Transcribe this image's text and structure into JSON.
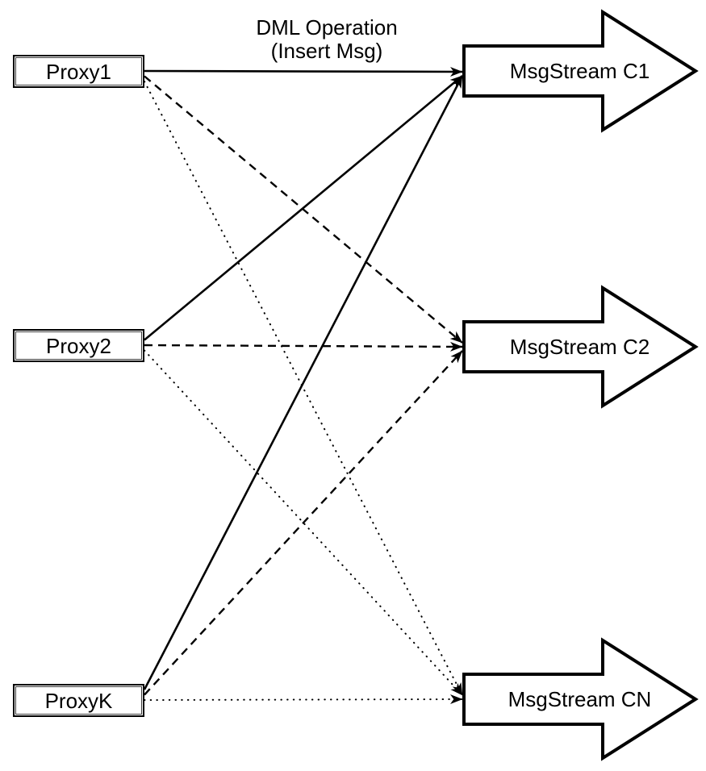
{
  "title": {
    "line1": "DML Operation",
    "line2": "(Insert Msg)"
  },
  "proxies": [
    {
      "id": "proxy1",
      "label": "Proxy1"
    },
    {
      "id": "proxy2",
      "label": "Proxy2"
    },
    {
      "id": "proxyK",
      "label": "ProxyK"
    }
  ],
  "streams": [
    {
      "id": "c1",
      "label": "MsgStream C1"
    },
    {
      "id": "c2",
      "label": "MsgStream C2"
    },
    {
      "id": "cn",
      "label": "MsgStream CN"
    }
  ],
  "edges": [
    {
      "from": "proxy1",
      "to": "c1",
      "style": "solid"
    },
    {
      "from": "proxy1",
      "to": "c2",
      "style": "dashed"
    },
    {
      "from": "proxy1",
      "to": "cn",
      "style": "dotted"
    },
    {
      "from": "proxy2",
      "to": "c1",
      "style": "solid"
    },
    {
      "from": "proxy2",
      "to": "c2",
      "style": "dashed"
    },
    {
      "from": "proxy2",
      "to": "cn",
      "style": "dotted"
    },
    {
      "from": "proxyK",
      "to": "c1",
      "style": "solid"
    },
    {
      "from": "proxyK",
      "to": "c2",
      "style": "dashed"
    },
    {
      "from": "proxyK",
      "to": "cn",
      "style": "dotted"
    }
  ],
  "colors": {
    "stroke": "#000000",
    "fill": "#ffffff"
  }
}
